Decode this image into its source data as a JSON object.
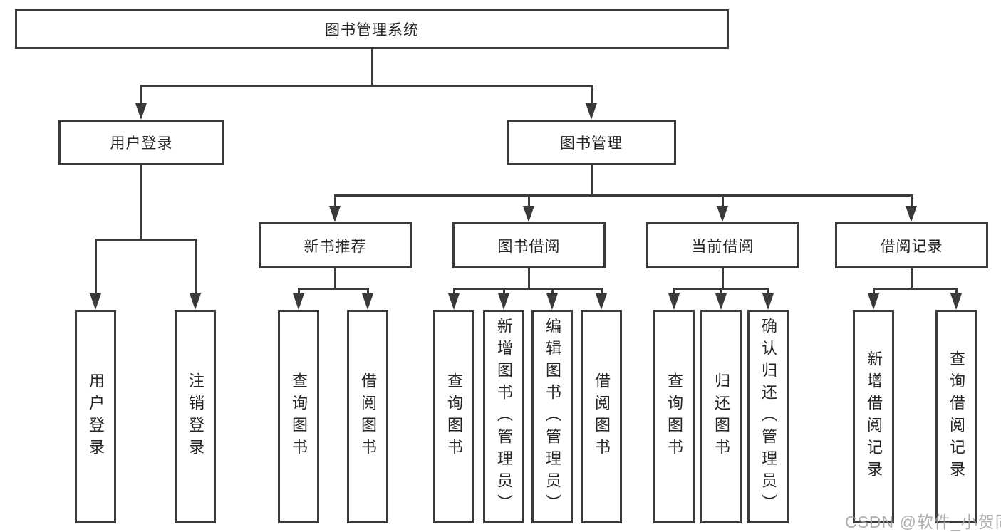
{
  "diagram": {
    "root": {
      "label": "图书管理系统"
    },
    "level2": [
      {
        "label": "用户登录"
      },
      {
        "label": "图书管理"
      }
    ],
    "level3": [
      {
        "label": "新书推荐"
      },
      {
        "label": "图书借阅"
      },
      {
        "label": "当前借阅"
      },
      {
        "label": "借阅记录"
      }
    ],
    "leaves": {
      "login": [
        {
          "label": "用户登录"
        },
        {
          "label": "注销登录"
        }
      ],
      "recommend": [
        {
          "label": "查询图书"
        },
        {
          "label": "借阅图书"
        }
      ],
      "borrow": [
        {
          "label": "查询图书"
        },
        {
          "label": "新增图书（管理员）"
        },
        {
          "label": "编辑图书（管理员）"
        },
        {
          "label": "借阅图书"
        }
      ],
      "current": [
        {
          "label": "查询图书"
        },
        {
          "label": "归还图书"
        },
        {
          "label": "确认归还（管理员）"
        }
      ],
      "records": [
        {
          "label": "新增借阅记录"
        },
        {
          "label": "查询借阅记录"
        }
      ]
    },
    "colors": {
      "line": "#3a3a3a",
      "text": "#262626",
      "background": "#ffffff",
      "watermark": "#a0a0a0"
    }
  },
  "watermark": {
    "text": "CSDN @软件_小贺同学"
  }
}
